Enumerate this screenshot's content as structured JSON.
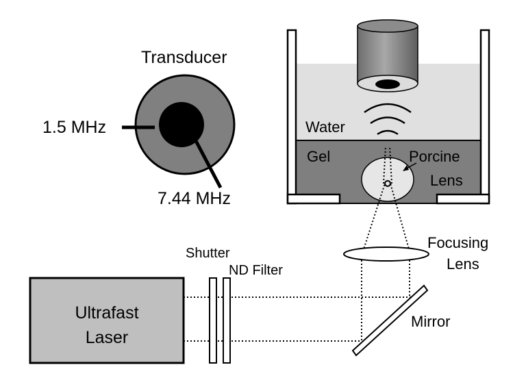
{
  "labels": {
    "transducer": "Transducer",
    "freq_outer": "1.5 MHz",
    "freq_inner": "7.44 MHz",
    "water": "Water",
    "gel": "Gel",
    "porcine_line1": "Porcine",
    "porcine_line2": "Lens",
    "focusing_line1": "Focusing",
    "focusing_line2": "Lens",
    "shutter": "Shutter",
    "nd_filter": "ND Filter",
    "laser_line1": "Ultrafast",
    "laser_line2": "Laser",
    "mirror": "Mirror"
  },
  "colors": {
    "stroke": "#000000",
    "transducer_outer": "#808080",
    "transducer_inner": "#000000",
    "water": "#e0e0e0",
    "gel": "#7f7f7f",
    "porcine_lens": "#e6e6e6",
    "laser_box": "#bfbfbf",
    "probe_body": "#8c8c8c",
    "background": "#ffffff"
  }
}
